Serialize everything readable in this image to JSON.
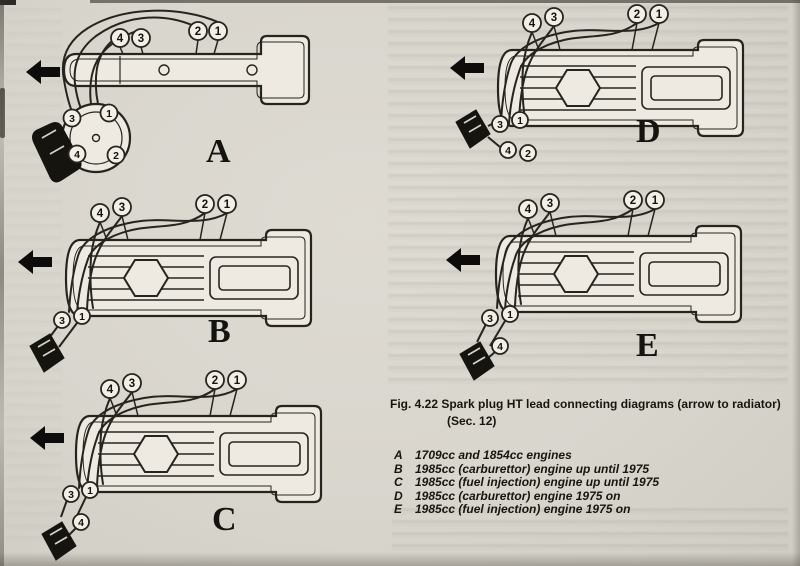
{
  "figure": {
    "caption_bold": "Fig. 4.22 Spark plug HT lead connecting diagrams (arrow to radiator)",
    "caption_sec": "(Sec. 12)",
    "legend": [
      {
        "key": "A",
        "desc": "1709cc and 1854cc engines"
      },
      {
        "key": "B",
        "desc": "1985cc (carburettor) engine up until 1975"
      },
      {
        "key": "C",
        "desc": "1985cc (fuel injection) engine up until 1975"
      },
      {
        "key": "D",
        "desc": "1985cc (carburettor) engine 1975 on"
      },
      {
        "key": "E",
        "desc": "1985cc (fuel injection) engine 1975 on"
      }
    ]
  },
  "diagrams": {
    "a": {
      "label": "A"
    },
    "b": {
      "label": "B"
    },
    "c": {
      "label": "C"
    },
    "d": {
      "label": "D"
    },
    "e": {
      "label": "E"
    }
  },
  "terminals": {
    "top": [
      "4",
      "3",
      "2",
      "1"
    ],
    "lower": [
      "3",
      "1",
      "4",
      "2"
    ]
  },
  "colors": {
    "ink": "#26241f",
    "paper": "#dad7cf"
  }
}
